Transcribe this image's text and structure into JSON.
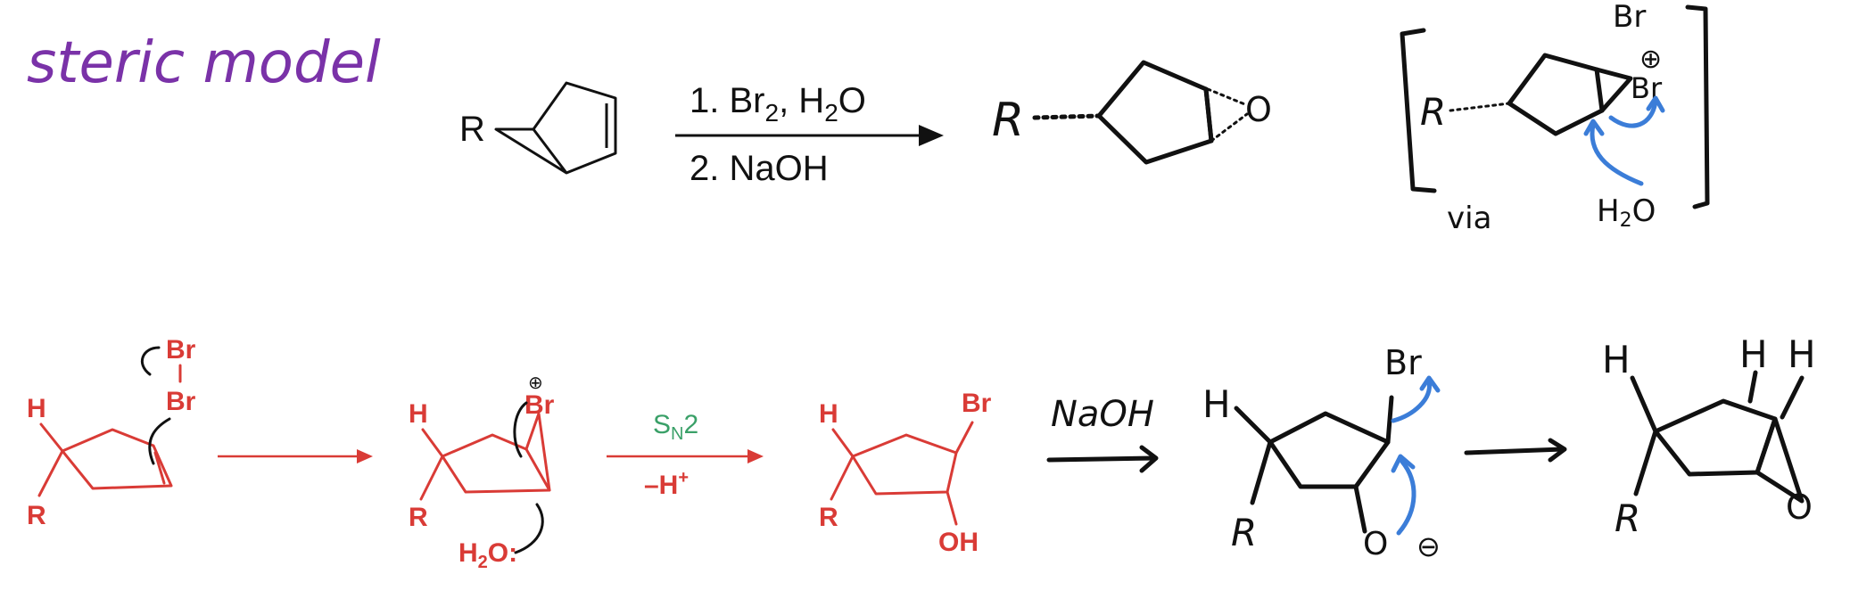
{
  "title": "steric model",
  "top_reaction": {
    "reactant_substituent": "R",
    "conditions": {
      "step1": "1. Br",
      "step1_sub": "2",
      "step1_tail": ", H",
      "step1_sub2": "2",
      "step1_end": "O",
      "step2": "2. NaOH"
    },
    "product": {
      "substituent": "R",
      "epoxide_atom": "O"
    }
  },
  "intermediate_box": {
    "substituent": "R",
    "bromine": "Br",
    "charge": "⊕",
    "bromide": "Br",
    "water": "H",
    "water_sub": "2",
    "water_o": "O",
    "via": "via"
  },
  "mechanism": {
    "step1": {
      "H": "H",
      "R": "R",
      "Br_top": "Br",
      "Br_bottom": "Br"
    },
    "step2": {
      "H": "H",
      "R": "R",
      "Br": "Br",
      "charge": "⊕",
      "water": "H",
      "water_sub": "2",
      "water_o": "O:"
    },
    "arrow2_label": {
      "main": "S",
      "sub": "N",
      "tail": "2",
      "minus_h": "–H",
      "plus": "+"
    },
    "step3": {
      "H": "H",
      "R": "R",
      "Br": "Br",
      "OH": "OH"
    },
    "naoh_label": "NaOH",
    "step4": {
      "H": "H",
      "R": "R",
      "Br": "Br",
      "O": "O",
      "charge": "⊖"
    },
    "step5": {
      "H1": "H",
      "H2": "H",
      "H3": "H",
      "R": "R",
      "O": "O"
    }
  },
  "colors": {
    "red": "#d93b36",
    "green": "#3aa068",
    "blue": "#3b7dd8",
    "purple": "#7a32a8",
    "ink": "#111111"
  }
}
